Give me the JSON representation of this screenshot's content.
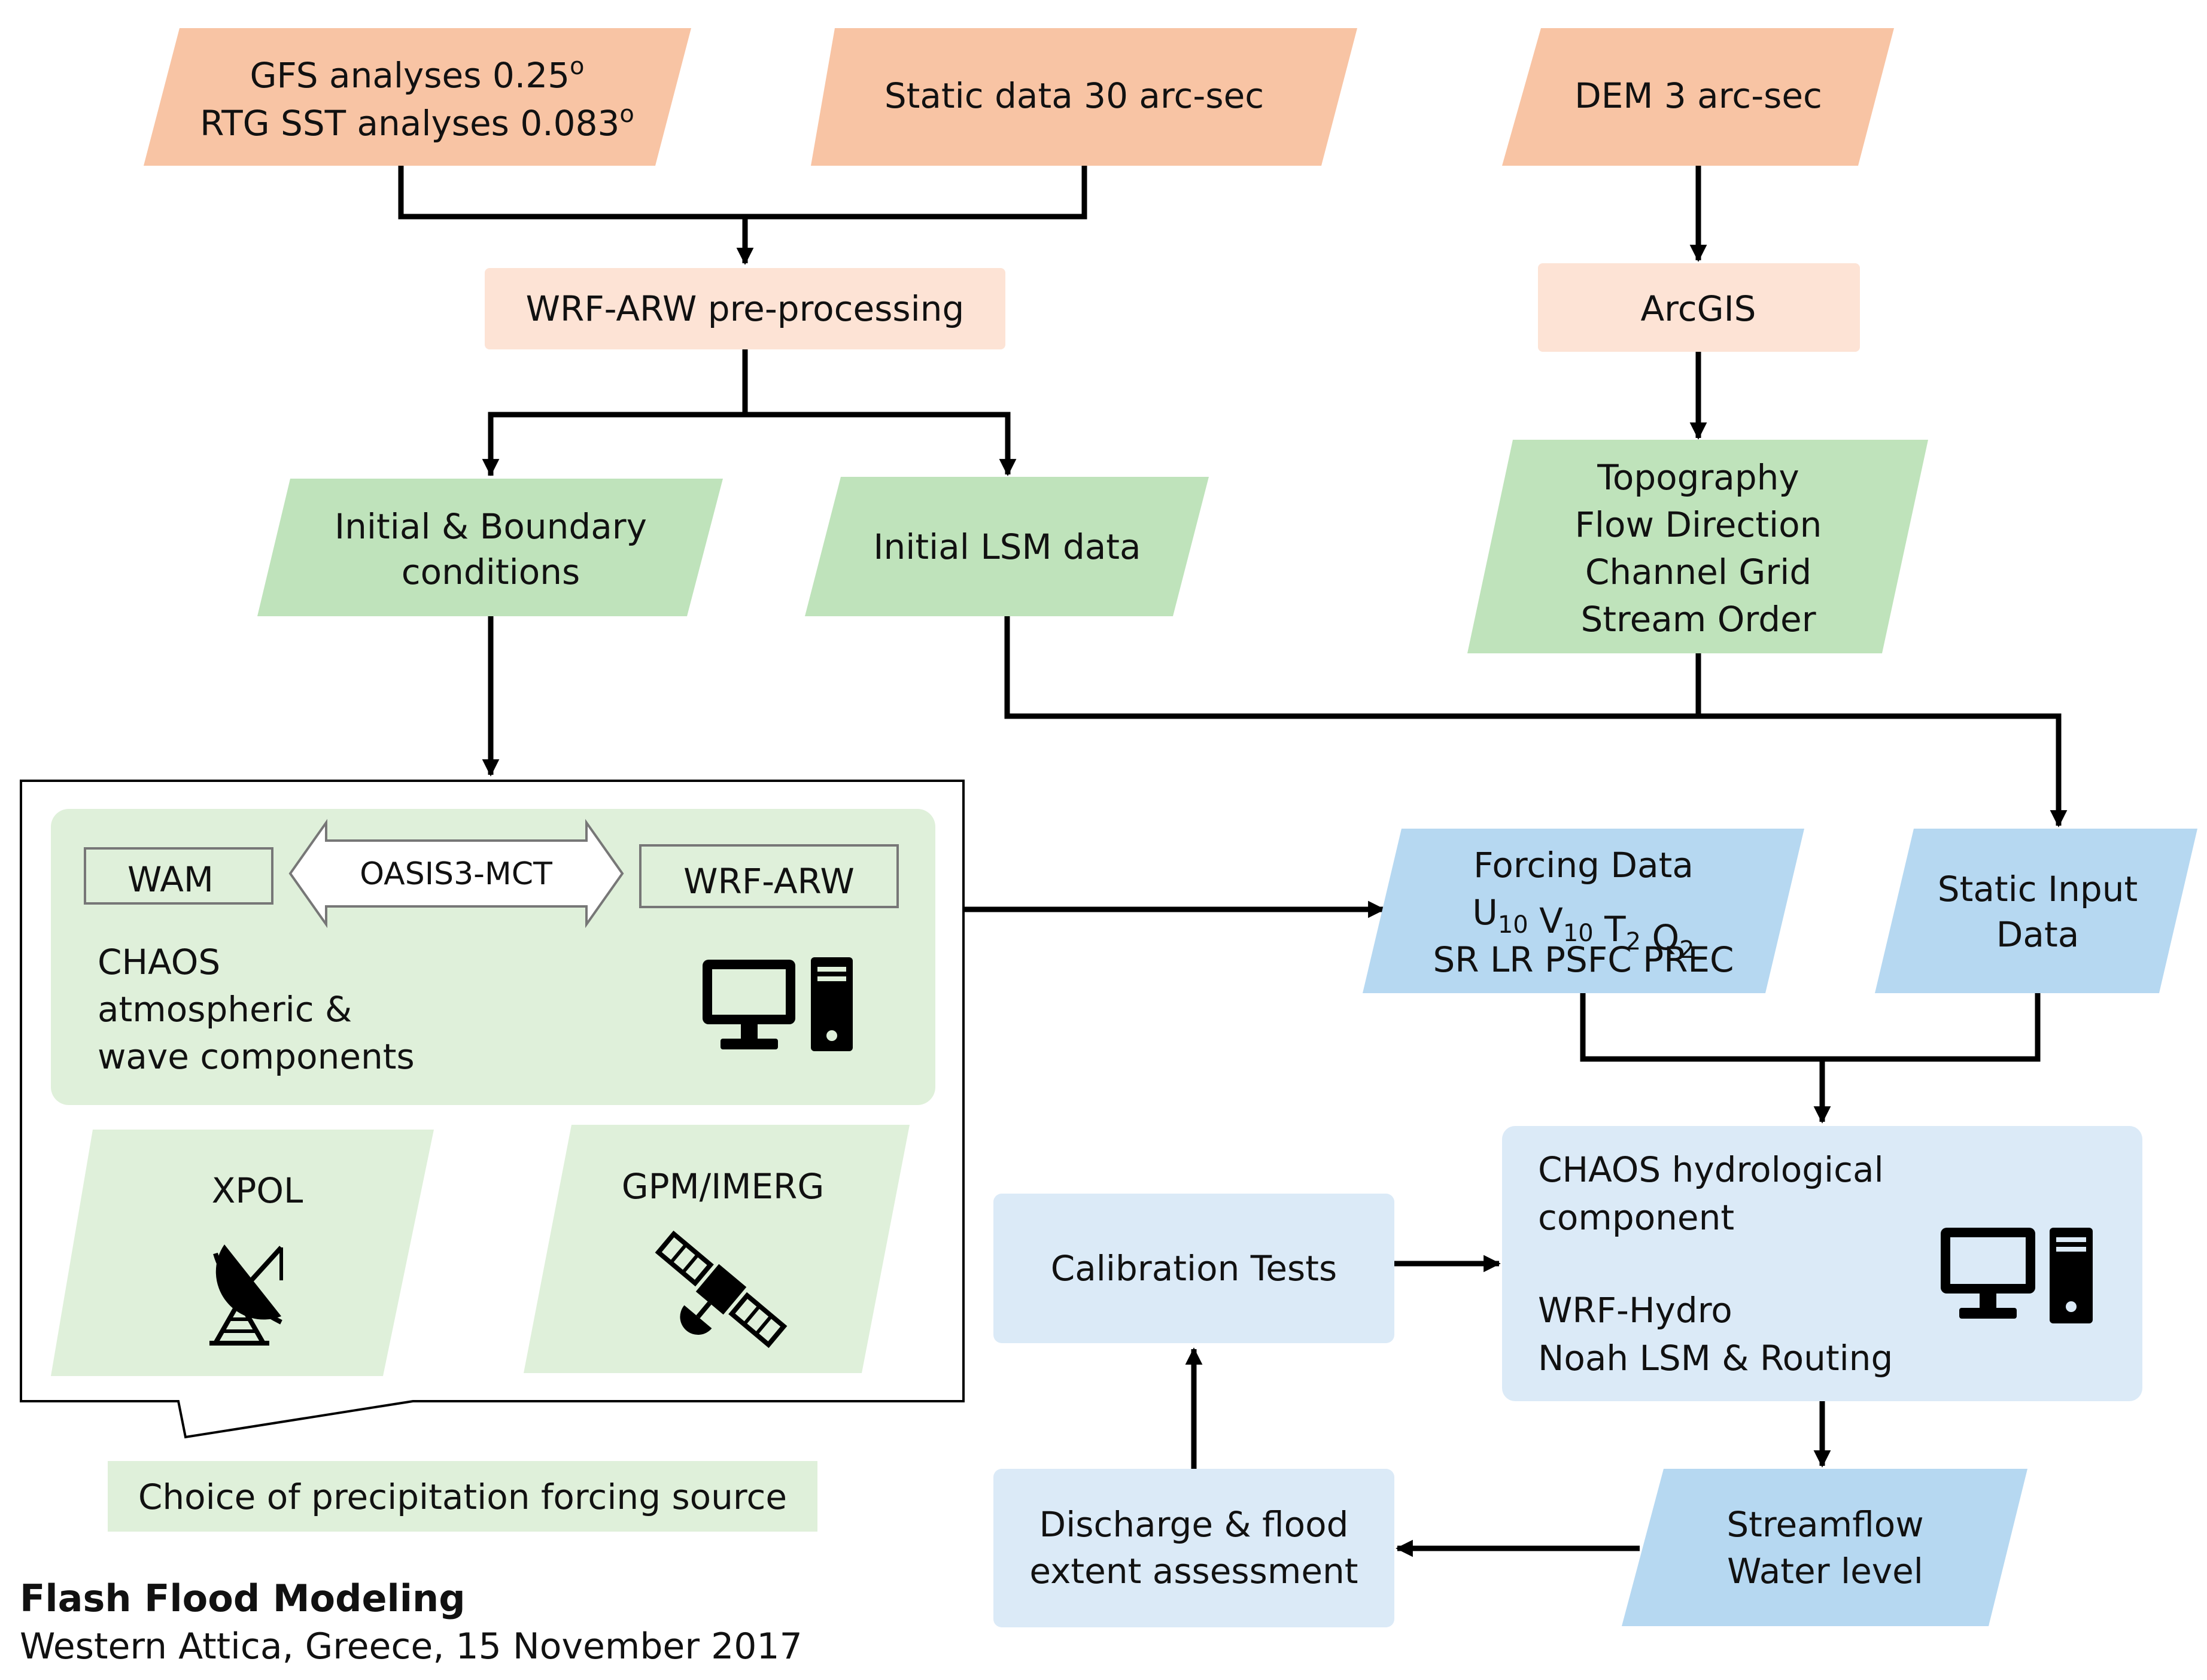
{
  "inputs": {
    "gfs_line1": "GFS analyses 0.25",
    "gfs_line1_sup": "o",
    "gfs_line2": "RTG SST analyses 0.083",
    "gfs_line2_sup": "o",
    "static": "Static data 30 arc-sec",
    "dem": "DEM 3 arc-sec"
  },
  "preprocessing": {
    "wrf": "WRF-ARW pre-processing",
    "arcgis": "ArcGIS"
  },
  "green_data": {
    "initial_boundary_line1": "Initial & Boundary",
    "initial_boundary_line2": "conditions",
    "initial_lsm": "Initial LSM data",
    "topo_line1": "Topography",
    "topo_line2": "Flow Direction",
    "topo_line3": "Channel Grid",
    "topo_line4": "Stream Order"
  },
  "chaos_box": {
    "wam": "WAM",
    "coupler": "OASIS3-MCT",
    "wrf_arw": "WRF-ARW",
    "label_line1": "CHAOS",
    "label_line2": "atmospheric &",
    "label_line3": "wave components",
    "computer_icon": "computer-icon",
    "xpol": "XPOL",
    "xpol_icon": "radar-dish-icon",
    "gpm": "GPM/IMERG",
    "gpm_icon": "satellite-icon",
    "callout": "Choice of precipitation forcing source"
  },
  "blue_data": {
    "forcing_line1": "Forcing Data",
    "forcing_vars": [
      {
        "base": "U",
        "sub": "10"
      },
      {
        "base": "V",
        "sub": "10"
      },
      {
        "base": "T",
        "sub": "2"
      },
      {
        "base": "Q",
        "sub": "2"
      }
    ],
    "forcing_line3": "SR LR PSFC PREC",
    "static_line1": "Static Input",
    "static_line2": "Data"
  },
  "hydro": {
    "line1": "CHAOS hydrological",
    "line2": "component",
    "line3": "WRF-Hydro",
    "line4": "Noah LSM & Routing",
    "computer_icon": "computer-icon",
    "calibration": "Calibration Tests",
    "streamflow_line1": "Streamflow",
    "streamflow_line2": "Water level",
    "discharge_line1": "Discharge & flood",
    "discharge_line2": "extent assessment"
  },
  "caption": {
    "title": "Flash Flood Modeling",
    "subtitle": "Western Attica, Greece, 15 November 2017"
  },
  "colors": {
    "input_orange": "#f8c4a4",
    "preprocess_peach": "#fde3d5",
    "data_green": "#bfe3bb",
    "chaos_green": "#dff0da",
    "data_blue": "#b6d8f1",
    "hydro_blue": "#dbeaf7"
  }
}
